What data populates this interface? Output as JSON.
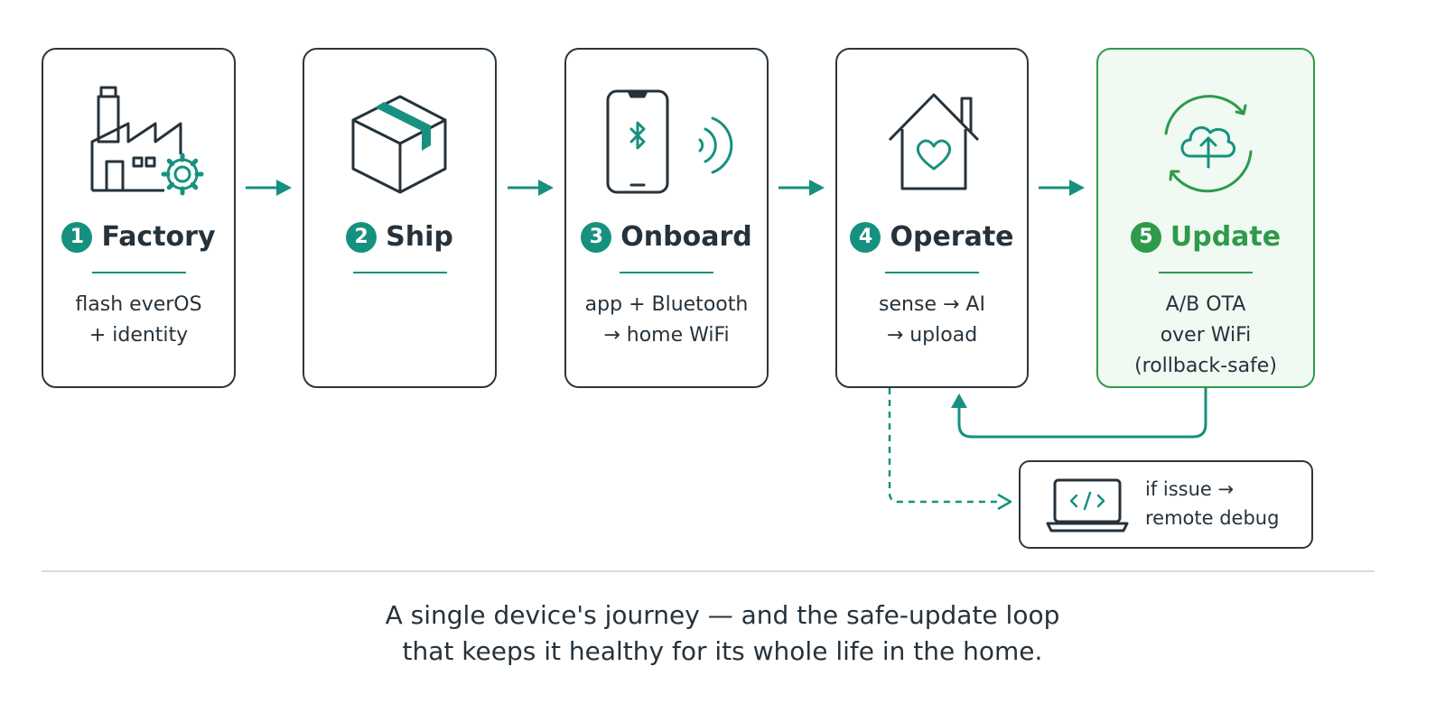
{
  "steps": [
    {
      "number": "1",
      "title": "Factory",
      "desc": [
        "flash everOS",
        "+ identity"
      ],
      "icon": "factory-gear-icon"
    },
    {
      "number": "2",
      "title": "Ship",
      "desc": [],
      "icon": "package-box-icon"
    },
    {
      "number": "3",
      "title": "Onboard",
      "desc": [
        "app + Bluetooth",
        "→ home WiFi"
      ],
      "icon": "phone-bluetooth-icon"
    },
    {
      "number": "4",
      "title": "Operate",
      "desc": [
        "sense → AI",
        "→ upload"
      ],
      "icon": "home-heart-icon"
    },
    {
      "number": "5",
      "title": "Update",
      "desc": [
        "A/B OTA",
        "over WiFi",
        "(rollback-safe)"
      ],
      "icon": "cloud-upload-sync-icon"
    }
  ],
  "debug": {
    "lines": [
      "if issue →",
      "remote debug"
    ],
    "icon": "laptop-code-icon"
  },
  "caption": [
    "A single device's journey — and the safe-update loop",
    "that keeps it healthy for its whole life in the home."
  ],
  "colors": {
    "teal": "#16917f",
    "green": "#2e9a4a",
    "dark": "#26323b",
    "highlight_bg": "#f0f9f2"
  }
}
